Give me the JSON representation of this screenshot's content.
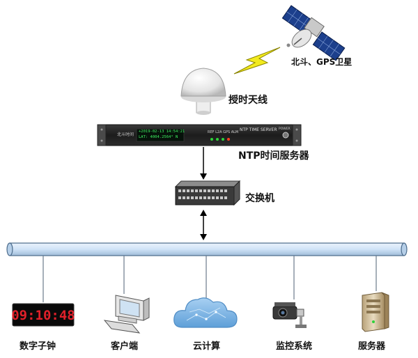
{
  "labels": {
    "satellite": "北斗、GPS卫星",
    "antenna": "授时天线",
    "ntp_server": "NTP时间服务器",
    "switch": "交换机"
  },
  "server_panel": {
    "brand": "北斗时间",
    "display_line1": "+2019-02-13 14:54:21",
    "display_line2": "LAT: 4004.2564° N",
    "indicator_labels": "REF  L2A  GPS  ALM",
    "model_text": "NTP TIME SERVER",
    "power_label": "POWER"
  },
  "devices": [
    {
      "id": "digital-clock",
      "label": "数字子钟"
    },
    {
      "id": "client",
      "label": "客户端"
    },
    {
      "id": "cloud",
      "label": "云计算"
    },
    {
      "id": "monitor",
      "label": "监控系统"
    },
    {
      "id": "server",
      "label": "服务器"
    }
  ],
  "clock_display": "09:10:48",
  "colors": {
    "bus_fill": "#cfe3f7",
    "bus_stroke": "#4a6a8a",
    "lightning": "#f2ea1e",
    "clock_red": "#e0202a",
    "cloud_blue": "#79b3e6"
  }
}
